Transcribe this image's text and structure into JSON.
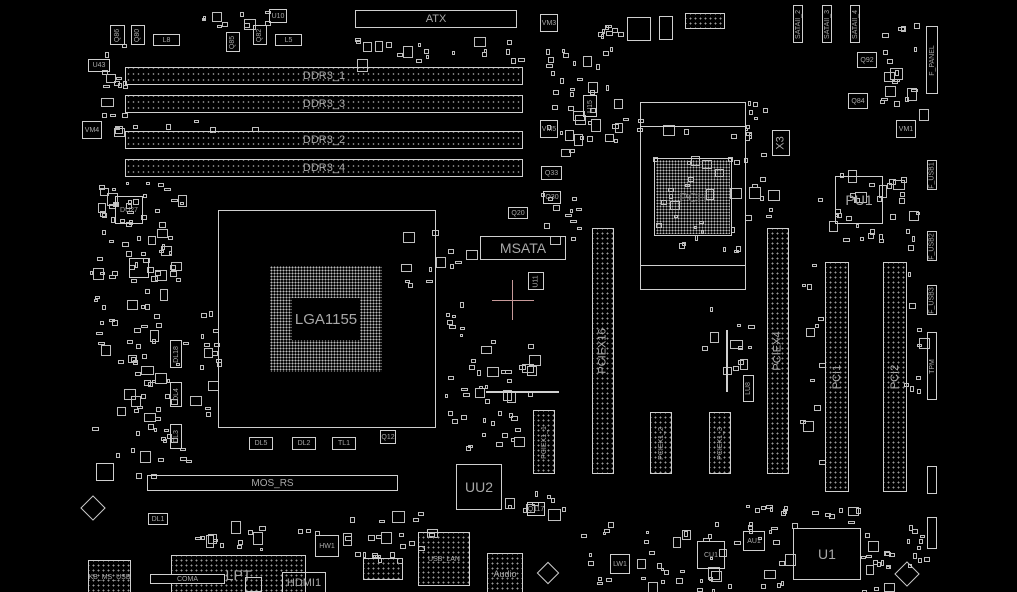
{
  "board": {
    "connectors": {
      "atx": "ATX",
      "ddr3_1": "DDR3_1",
      "ddr3_3": "DDR3_3",
      "ddr3_2": "DDR3_2",
      "ddr3_4": "DDR3_4",
      "msata": "MSATA",
      "pciex16": "PCIEX16",
      "pciex1_1": "PCIEX1_1",
      "pciex1_2": "PCIEX1_2",
      "pciex1_3": "PCIEX1_3",
      "pciex4": "PCIEX4",
      "pci1": "PCI1",
      "pci2": "PCI2",
      "sataii_2": "SATAII_2",
      "sataii_3": "SATAII_3",
      "sataii_4": "SATAII_4",
      "f_panel": "F_PANEL",
      "f_usb1": "F_USB1",
      "f_usb2": "F_USB2",
      "f_usb3": "F_USB3",
      "tpm": "TPM",
      "lpt": "LPT",
      "coma": "COMA",
      "hdmi1": "HDMI1",
      "kb_ms_usb": "KB_MS_USB",
      "usb_lan": "USB_LAN",
      "audio": "Audio"
    },
    "chips": {
      "cpu_socket": "LGA1155",
      "pch": "PCH",
      "pu1": "PU1",
      "uu2": "UU2",
      "u1": "U1",
      "cu1": "CU1",
      "au1": "AU1",
      "lw1": "LW1",
      "hw1": "HW1",
      "du27": "DU27",
      "u10": "U10",
      "u43": "U43",
      "u15": "U15",
      "u11": "U11",
      "x3": "X3",
      "vm4": "VM4",
      "vm5": "VM5",
      "vm3": "VM3",
      "vm1": "VM1",
      "mos_rs": "MOS_RS"
    },
    "discretes": {
      "l8": "L8",
      "l5": "L5",
      "q86": "Q86",
      "q80": "Q80",
      "q85": "Q85",
      "q82": "Q82",
      "q92": "Q92",
      "q84": "Q84",
      "q33": "Q33",
      "q30": "Q30",
      "q20": "Q20",
      "q12": "Q12",
      "q117": "Q117",
      "dl18": "DL18",
      "dl4": "DL4",
      "dl3": "DL3",
      "dl5": "DL5",
      "dl2": "DL2",
      "tl1": "TL1",
      "dl1": "DL1",
      "lu8": "LU8"
    }
  },
  "colors": {
    "background": "#000000",
    "outline": "#cfcfcf",
    "cursor": "#c89a9a"
  }
}
